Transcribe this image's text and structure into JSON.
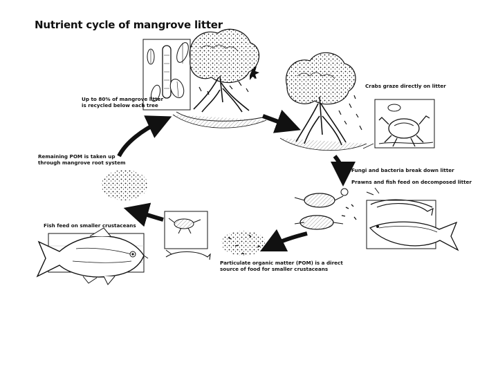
{
  "title": "Nutrient cycle of mangrove litter",
  "labels": {
    "recycled": [
      "Up to 80% of mangrove litter",
      "is recycled below each tree"
    ],
    "crabs": [
      "Crabs graze directly on litter"
    ],
    "fungi": [
      "Fungi and bacteria break down litter"
    ],
    "prawns": [
      "Prawns and fish feed on decomposed litter"
    ],
    "pom_food": [
      "Particulate organic matter (POM) is a direct",
      "source of food for smaller crustaceans"
    ],
    "fish_feed": [
      "Fish feed on smaller crustaceans"
    ],
    "pom_roots": [
      "Remaining POM is taken up",
      "through mangrove root system"
    ]
  },
  "colors": {
    "ink": "#111111",
    "paper": "#ffffff",
    "shade": "#d9d9d9"
  }
}
